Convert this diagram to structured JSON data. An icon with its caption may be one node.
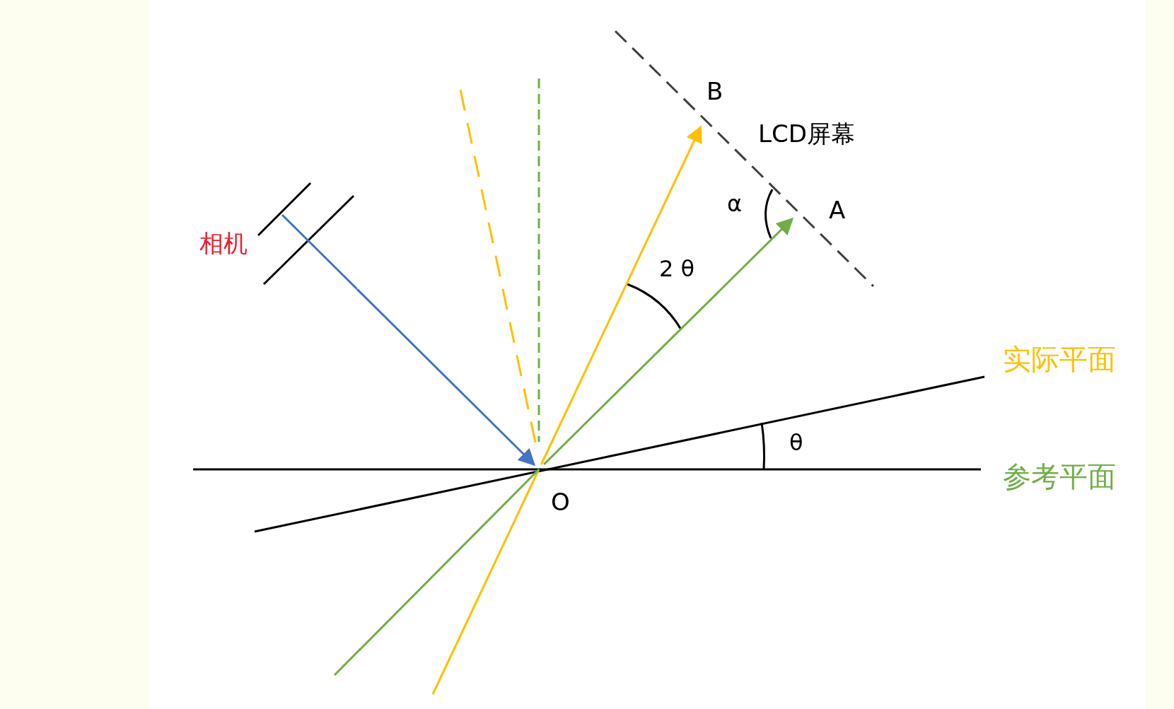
{
  "diagram": {
    "nodes": [
      {
        "text": [
          "相机"
        ]
      },
      {
        "text": [
          "O"
        ]
      },
      {
        "text": [
          "B"
        ]
      },
      {
        "text": [
          "A"
        ]
      }
    ],
    "edges": [
      {
        "from": 0,
        "to": 1,
        "arrow": "to",
        "color": "#4472c4"
      },
      {
        "from": 1,
        "to": 2,
        "arrow": "to",
        "color": "#ffc000"
      },
      {
        "from": 1,
        "to": 3,
        "arrow": "to",
        "color": "#70ad47"
      }
    ],
    "labels": [
      "LCD屏幕",
      "α",
      "2 θ",
      "实际平面",
      "θ",
      "参考平面"
    ]
  }
}
